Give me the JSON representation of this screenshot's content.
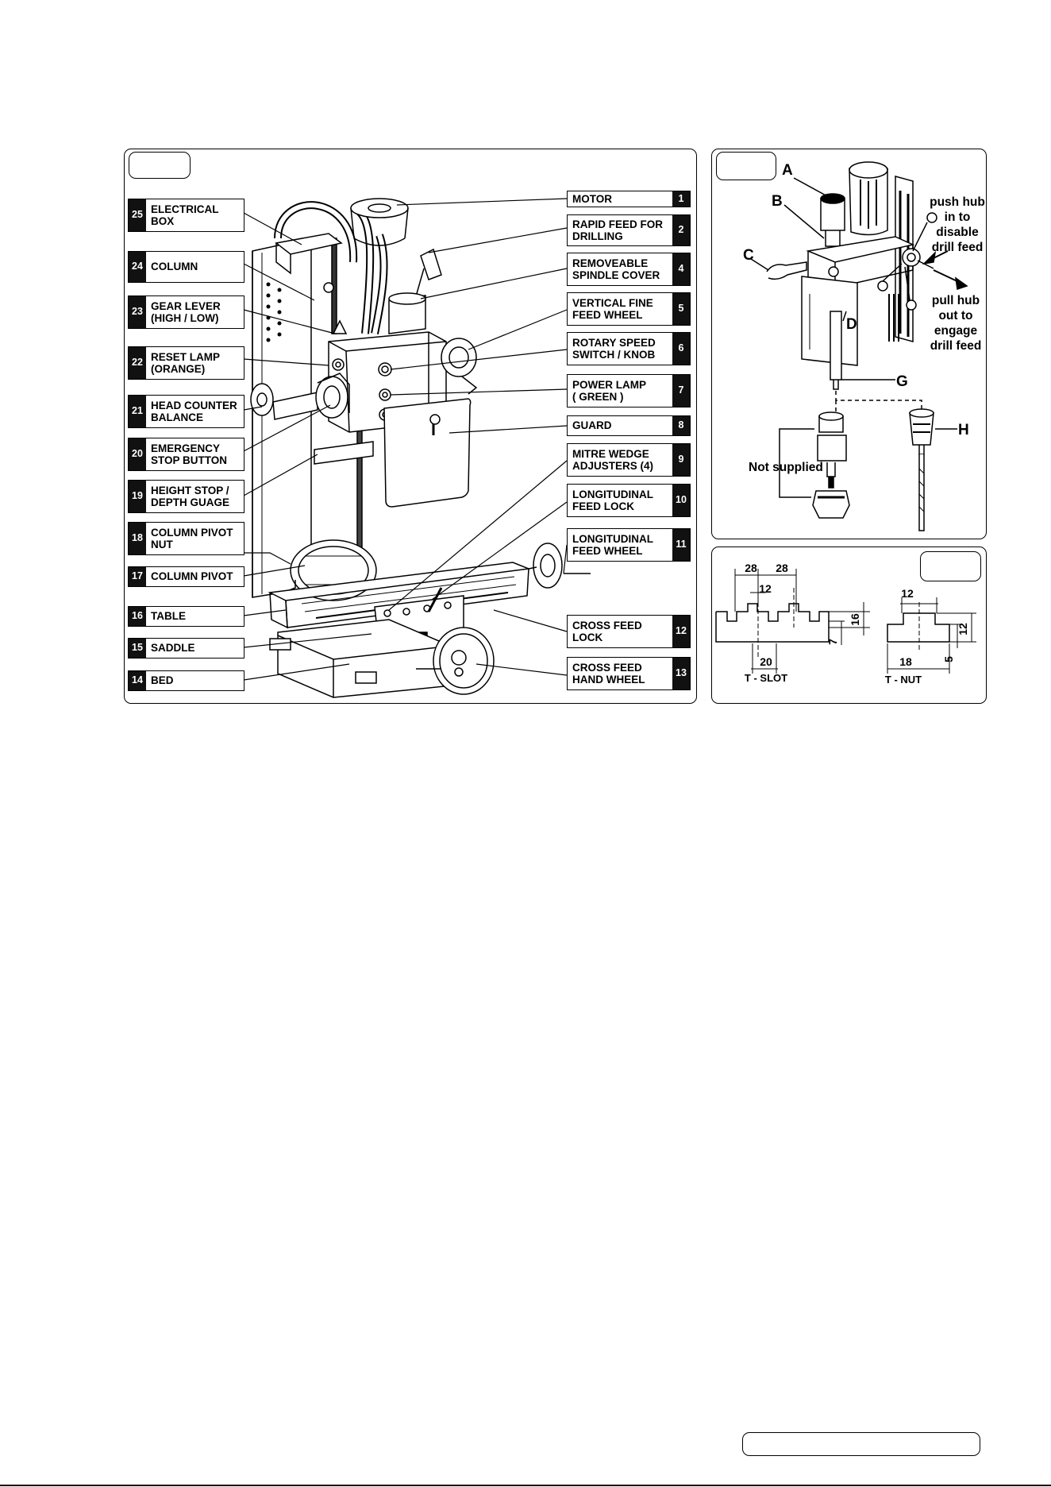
{
  "left_labels": [
    {
      "num": "25",
      "text": "ELECTRICAL\nBOX"
    },
    {
      "num": "24",
      "text": "COLUMN"
    },
    {
      "num": "23",
      "text": "GEAR LEVER\n(HIGH / LOW)"
    },
    {
      "num": "22",
      "text": "RESET LAMP\n(ORANGE)"
    },
    {
      "num": "21",
      "text": "HEAD COUNTER\nBALANCE"
    },
    {
      "num": "20",
      "text": "EMERGENCY\nSTOP BUTTON"
    },
    {
      "num": "19",
      "text": "HEIGHT STOP /\nDEPTH GUAGE"
    },
    {
      "num": "18",
      "text": "COLUMN PIVOT\nNUT"
    },
    {
      "num": "17",
      "text": "COLUMN PIVOT"
    },
    {
      "num": "16",
      "text": "TABLE"
    },
    {
      "num": "15",
      "text": "SADDLE"
    },
    {
      "num": "14",
      "text": "BED"
    }
  ],
  "right_labels": [
    {
      "num": "1",
      "text": "MOTOR"
    },
    {
      "num": "2",
      "text": "RAPID FEED FOR\nDRILLING"
    },
    {
      "num": "4",
      "text": "REMOVEABLE\nSPINDLE COVER"
    },
    {
      "num": "5",
      "text": "VERTICAL FINE\nFEED WHEEL"
    },
    {
      "num": "6",
      "text": "ROTARY SPEED\nSWITCH / KNOB"
    },
    {
      "num": "7",
      "text": "POWER LAMP\n( GREEN )"
    },
    {
      "num": "8",
      "text": "GUARD"
    },
    {
      "num": "9",
      "text": "MITRE WEDGE\nADJUSTERS (4)"
    },
    {
      "num": "10",
      "text": "LONGITUDINAL\nFEED LOCK"
    },
    {
      "num": "11",
      "text": "LONGITUDINAL\nFEED WHEEL"
    },
    {
      "num": "12",
      "text": "CROSS FEED\nLOCK"
    },
    {
      "num": "13",
      "text": "CROSS FEED\nHAND WHEEL"
    }
  ],
  "drill_fig": {
    "letters": {
      "a": "A",
      "b": "B",
      "c": "C",
      "d": "D",
      "g": "G",
      "h": "H"
    },
    "push_hub": [
      "push hub",
      "in to",
      "disable",
      "drill feed"
    ],
    "pull_hub": [
      "pull hub",
      "out to",
      "engage",
      "drill feed"
    ],
    "not_supplied": "Not supplied"
  },
  "tslot_fig": {
    "slot_caption": "T - SLOT",
    "nut_caption": "T - NUT",
    "dims": {
      "d28a": "28",
      "d28b": "28",
      "d12a": "12",
      "d16": "16",
      "d7": "7",
      "d20": "20",
      "d12b": "12",
      "d12c": "12",
      "d18": "18",
      "d5": "5"
    }
  }
}
